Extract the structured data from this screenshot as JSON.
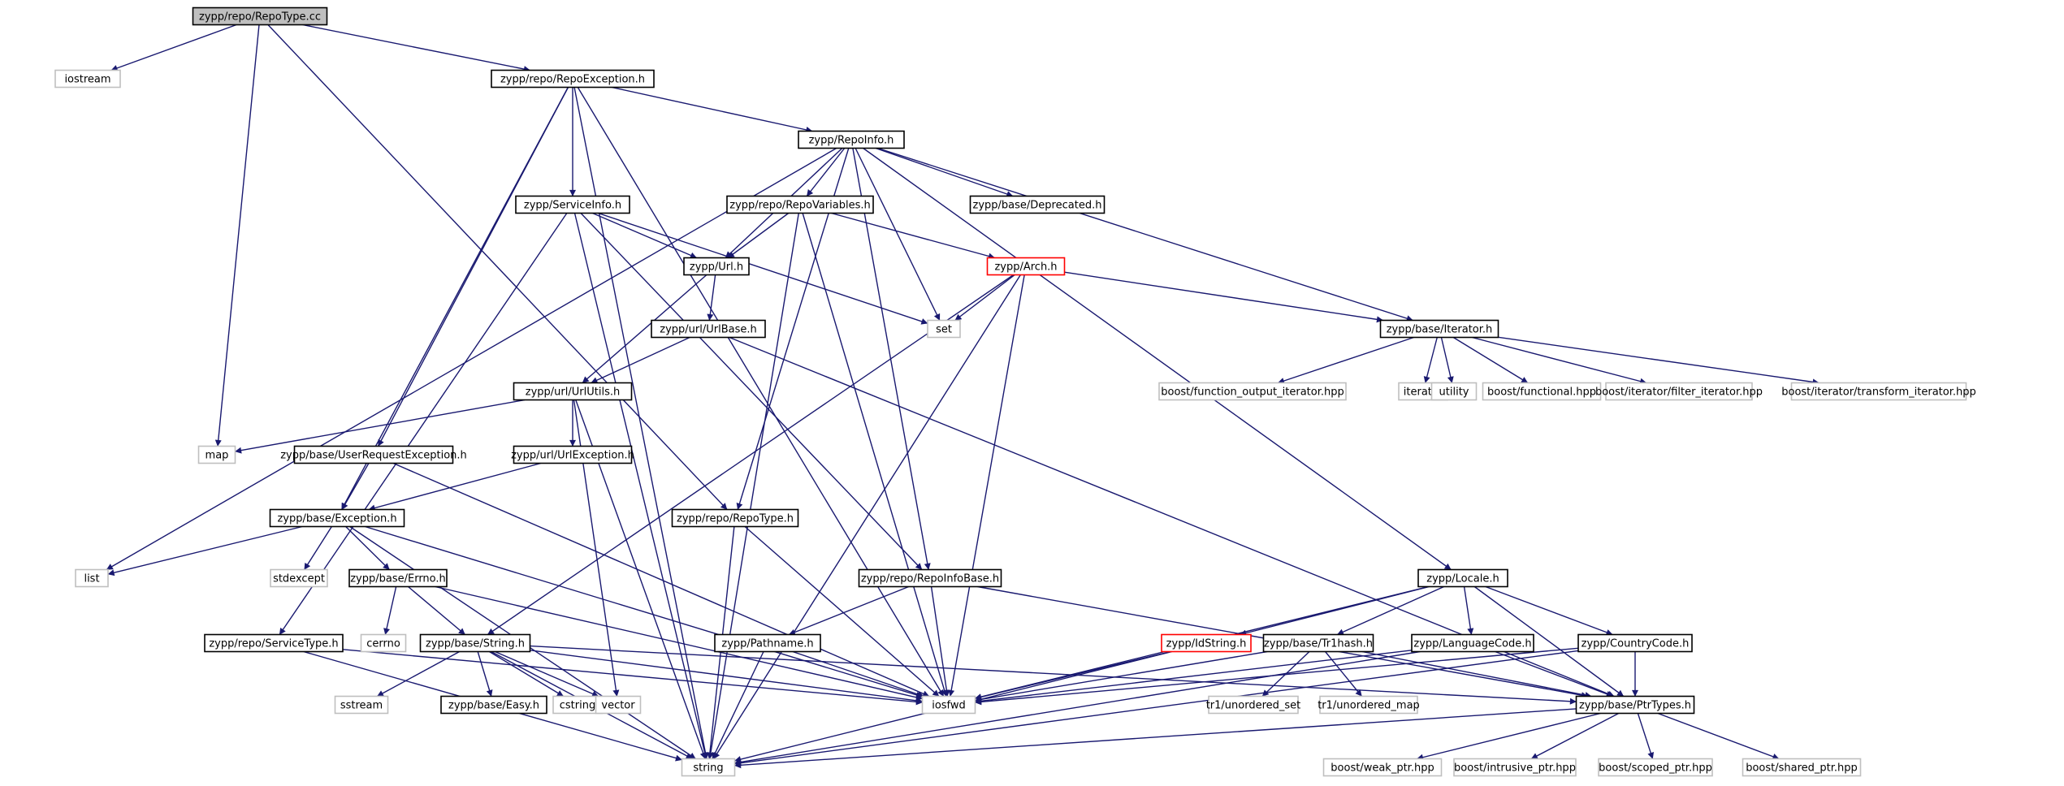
{
  "colors": {
    "edge": "#191970",
    "node_border": "#000000",
    "external_border": "#bfbfbf",
    "red_border": "#ff0000",
    "root_fill": "#bfbfbf",
    "node_fill": "#ffffff",
    "text": "#000000",
    "external_text": "#000000"
  },
  "nodes": [
    {
      "id": "repotype_cc",
      "label": "zypp/repo/RepoType.cc",
      "style": "root"
    },
    {
      "id": "iostream",
      "label": "iostream",
      "style": "external"
    },
    {
      "id": "repoexception_h",
      "label": "zypp/repo/RepoException.h",
      "style": "normal"
    },
    {
      "id": "repoinfo_h",
      "label": "zypp/RepoInfo.h",
      "style": "normal"
    },
    {
      "id": "serviceinfo_h",
      "label": "zypp/ServiceInfo.h",
      "style": "normal"
    },
    {
      "id": "repovariables_h",
      "label": "zypp/repo/RepoVariables.h",
      "style": "normal"
    },
    {
      "id": "deprecated_h",
      "label": "zypp/base/Deprecated.h",
      "style": "normal"
    },
    {
      "id": "url_h",
      "label": "zypp/Url.h",
      "style": "normal"
    },
    {
      "id": "arch_h",
      "label": "zypp/Arch.h",
      "style": "red"
    },
    {
      "id": "set",
      "label": "set",
      "style": "external"
    },
    {
      "id": "urlbase_h",
      "label": "zypp/url/UrlBase.h",
      "style": "normal"
    },
    {
      "id": "iterator_h",
      "label": "zypp/base/Iterator.h",
      "style": "normal"
    },
    {
      "id": "urlutils_h",
      "label": "zypp/url/UrlUtils.h",
      "style": "normal"
    },
    {
      "id": "boost_foi",
      "label": "boost/function_output_iterator.hpp",
      "style": "external"
    },
    {
      "id": "iterator",
      "label": "iterator",
      "style": "external"
    },
    {
      "id": "utility",
      "label": "utility",
      "style": "external"
    },
    {
      "id": "boost_functional",
      "label": "boost/functional.hpp",
      "style": "external"
    },
    {
      "id": "boost_filter",
      "label": "boost/iterator/filter_iterator.hpp",
      "style": "external"
    },
    {
      "id": "boost_transform",
      "label": "boost/iterator/transform_iterator.hpp",
      "style": "external"
    },
    {
      "id": "map",
      "label": "map",
      "style": "external"
    },
    {
      "id": "userreqexc_h",
      "label": "zypp/base/UserRequestException.h",
      "style": "normal"
    },
    {
      "id": "urlexception_h",
      "label": "zypp/url/UrlException.h",
      "style": "normal"
    },
    {
      "id": "exception_h",
      "label": "zypp/base/Exception.h",
      "style": "normal"
    },
    {
      "id": "repotype_h",
      "label": "zypp/repo/RepoType.h",
      "style": "normal"
    },
    {
      "id": "list",
      "label": "list",
      "style": "external"
    },
    {
      "id": "stdexcept",
      "label": "stdexcept",
      "style": "external"
    },
    {
      "id": "errno_h",
      "label": "zypp/base/Errno.h",
      "style": "normal"
    },
    {
      "id": "repoinfobase_h",
      "label": "zypp/repo/RepoInfoBase.h",
      "style": "normal"
    },
    {
      "id": "locale_h",
      "label": "zypp/Locale.h",
      "style": "normal"
    },
    {
      "id": "cerrno",
      "label": "cerrno",
      "style": "external"
    },
    {
      "id": "servicetype_h",
      "label": "zypp/repo/ServiceType.h",
      "style": "normal"
    },
    {
      "id": "string_h",
      "label": "zypp/base/String.h",
      "style": "normal"
    },
    {
      "id": "pathname_h",
      "label": "zypp/Pathname.h",
      "style": "normal"
    },
    {
      "id": "idstring_h",
      "label": "zypp/IdString.h",
      "style": "red"
    },
    {
      "id": "tr1hash_h",
      "label": "zypp/base/Tr1hash.h",
      "style": "normal"
    },
    {
      "id": "languagecode_h",
      "label": "zypp/LanguageCode.h",
      "style": "normal"
    },
    {
      "id": "countrycode_h",
      "label": "zypp/CountryCode.h",
      "style": "normal"
    },
    {
      "id": "sstream",
      "label": "sstream",
      "style": "external"
    },
    {
      "id": "easy_h",
      "label": "zypp/base/Easy.h",
      "style": "normal"
    },
    {
      "id": "cstring",
      "label": "cstring",
      "style": "external"
    },
    {
      "id": "vector",
      "label": "vector",
      "style": "external"
    },
    {
      "id": "iosfwd",
      "label": "iosfwd",
      "style": "external"
    },
    {
      "id": "tr1_unordered_set",
      "label": "tr1/unordered_set",
      "style": "external"
    },
    {
      "id": "tr1_unordered_map",
      "label": "tr1/unordered_map",
      "style": "external"
    },
    {
      "id": "ptrtypes_h",
      "label": "zypp/base/PtrTypes.h",
      "style": "normal"
    },
    {
      "id": "string",
      "label": "string",
      "style": "external"
    },
    {
      "id": "boost_weak",
      "label": "boost/weak_ptr.hpp",
      "style": "external"
    },
    {
      "id": "boost_intrusive",
      "label": "boost/intrusive_ptr.hpp",
      "style": "external"
    },
    {
      "id": "boost_scoped",
      "label": "boost/scoped_ptr.hpp",
      "style": "external"
    },
    {
      "id": "boost_shared",
      "label": "boost/shared_ptr.hpp",
      "style": "external"
    }
  ],
  "edges": [
    [
      "repotype_cc",
      "iostream"
    ],
    [
      "repotype_cc",
      "repoexception_h"
    ],
    [
      "repotype_cc",
      "map"
    ],
    [
      "repotype_cc",
      "repotype_h"
    ],
    [
      "repoexception_h",
      "repoinfo_h"
    ],
    [
      "repoexception_h",
      "serviceinfo_h"
    ],
    [
      "repoexception_h",
      "userreqexc_h"
    ],
    [
      "repoexception_h",
      "exception_h"
    ],
    [
      "repoexception_h",
      "iosfwd"
    ],
    [
      "repoexception_h",
      "string"
    ],
    [
      "repoinfo_h",
      "repovariables_h"
    ],
    [
      "repoinfo_h",
      "deprecated_h"
    ],
    [
      "repoinfo_h",
      "url_h"
    ],
    [
      "repoinfo_h",
      "set"
    ],
    [
      "repoinfo_h",
      "iterator_h"
    ],
    [
      "repoinfo_h",
      "list"
    ],
    [
      "repoinfo_h",
      "repotype_h"
    ],
    [
      "repoinfo_h",
      "repoinfobase_h"
    ],
    [
      "repoinfo_h",
      "locale_h"
    ],
    [
      "serviceinfo_h",
      "url_h"
    ],
    [
      "serviceinfo_h",
      "set"
    ],
    [
      "serviceinfo_h",
      "repoinfobase_h"
    ],
    [
      "serviceinfo_h",
      "servicetype_h"
    ],
    [
      "serviceinfo_h",
      "string"
    ],
    [
      "repovariables_h",
      "url_h"
    ],
    [
      "repovariables_h",
      "arch_h"
    ],
    [
      "repovariables_h",
      "iosfwd"
    ],
    [
      "repovariables_h",
      "string"
    ],
    [
      "url_h",
      "urlbase_h"
    ],
    [
      "url_h",
      "urlutils_h"
    ],
    [
      "arch_h",
      "set"
    ],
    [
      "arch_h",
      "iterator_h"
    ],
    [
      "arch_h",
      "string_h"
    ],
    [
      "arch_h",
      "iosfwd"
    ],
    [
      "arch_h",
      "string"
    ],
    [
      "urlbase_h",
      "urlutils_h"
    ],
    [
      "urlbase_h",
      "ptrtypes_h"
    ],
    [
      "iterator_h",
      "boost_foi"
    ],
    [
      "iterator_h",
      "iterator"
    ],
    [
      "iterator_h",
      "utility"
    ],
    [
      "iterator_h",
      "boost_functional"
    ],
    [
      "iterator_h",
      "boost_filter"
    ],
    [
      "iterator_h",
      "boost_transform"
    ],
    [
      "urlutils_h",
      "map"
    ],
    [
      "urlutils_h",
      "urlexception_h"
    ],
    [
      "urlutils_h",
      "vector"
    ],
    [
      "urlutils_h",
      "string"
    ],
    [
      "userreqexc_h",
      "exception_h"
    ],
    [
      "userreqexc_h",
      "iosfwd"
    ],
    [
      "urlexception_h",
      "exception_h"
    ],
    [
      "exception_h",
      "list"
    ],
    [
      "exception_h",
      "stdexcept"
    ],
    [
      "exception_h",
      "errno_h"
    ],
    [
      "exception_h",
      "iosfwd"
    ],
    [
      "exception_h",
      "string"
    ],
    [
      "errno_h",
      "cerrno"
    ],
    [
      "errno_h",
      "string_h"
    ],
    [
      "errno_h",
      "iosfwd"
    ],
    [
      "repotype_h",
      "iosfwd"
    ],
    [
      "repotype_h",
      "string"
    ],
    [
      "repoinfobase_h",
      "pathname_h"
    ],
    [
      "repoinfobase_h",
      "iosfwd"
    ],
    [
      "repoinfobase_h",
      "ptrtypes_h"
    ],
    [
      "locale_h",
      "iosfwd"
    ],
    [
      "locale_h",
      "idstring_h"
    ],
    [
      "locale_h",
      "tr1hash_h"
    ],
    [
      "locale_h",
      "languagecode_h"
    ],
    [
      "locale_h",
      "countrycode_h"
    ],
    [
      "locale_h",
      "ptrtypes_h"
    ],
    [
      "servicetype_h",
      "iosfwd"
    ],
    [
      "servicetype_h",
      "string"
    ],
    [
      "string_h",
      "sstream"
    ],
    [
      "string_h",
      "easy_h"
    ],
    [
      "string_h",
      "cstring"
    ],
    [
      "string_h",
      "vector"
    ],
    [
      "string_h",
      "iosfwd"
    ],
    [
      "string_h",
      "string"
    ],
    [
      "string_h",
      "ptrtypes_h"
    ],
    [
      "pathname_h",
      "iosfwd"
    ],
    [
      "pathname_h",
      "string"
    ],
    [
      "idstring_h",
      "iosfwd"
    ],
    [
      "idstring_h",
      "string"
    ],
    [
      "tr1hash_h",
      "iosfwd"
    ],
    [
      "tr1hash_h",
      "tr1_unordered_set"
    ],
    [
      "tr1hash_h",
      "tr1_unordered_map"
    ],
    [
      "tr1hash_h",
      "ptrtypes_h"
    ],
    [
      "languagecode_h",
      "iosfwd"
    ],
    [
      "languagecode_h",
      "ptrtypes_h"
    ],
    [
      "languagecode_h",
      "string"
    ],
    [
      "countrycode_h",
      "iosfwd"
    ],
    [
      "countrycode_h",
      "ptrtypes_h"
    ],
    [
      "countrycode_h",
      "string"
    ],
    [
      "ptrtypes_h",
      "string"
    ],
    [
      "ptrtypes_h",
      "boost_weak"
    ],
    [
      "ptrtypes_h",
      "boost_intrusive"
    ],
    [
      "ptrtypes_h",
      "boost_scoped"
    ],
    [
      "ptrtypes_h",
      "boost_shared"
    ]
  ]
}
